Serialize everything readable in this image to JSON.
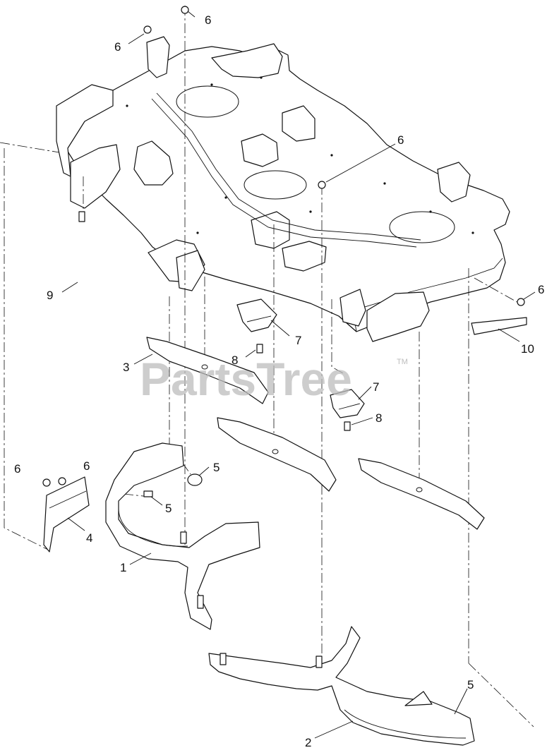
{
  "watermark": {
    "text": "PartsTree",
    "tm": "TM"
  },
  "callouts": [
    {
      "id": "c6a",
      "label": "6"
    },
    {
      "id": "c6b",
      "label": "6"
    },
    {
      "id": "c6c",
      "label": "6"
    },
    {
      "id": "c6d",
      "label": "6"
    },
    {
      "id": "c6e",
      "label": "6"
    },
    {
      "id": "c6f",
      "label": "6"
    },
    {
      "id": "c10",
      "label": "10"
    },
    {
      "id": "c9",
      "label": "9"
    },
    {
      "id": "c3",
      "label": "3"
    },
    {
      "id": "c7a",
      "label": "7"
    },
    {
      "id": "c8a",
      "label": "8"
    },
    {
      "id": "c7b",
      "label": "7"
    },
    {
      "id": "c8b",
      "label": "8"
    },
    {
      "id": "c5a",
      "label": "5"
    },
    {
      "id": "c5b",
      "label": "5"
    },
    {
      "id": "c4",
      "label": "4"
    },
    {
      "id": "c1",
      "label": "1"
    },
    {
      "id": "c5c",
      "label": "5"
    },
    {
      "id": "c2",
      "label": "2"
    }
  ]
}
